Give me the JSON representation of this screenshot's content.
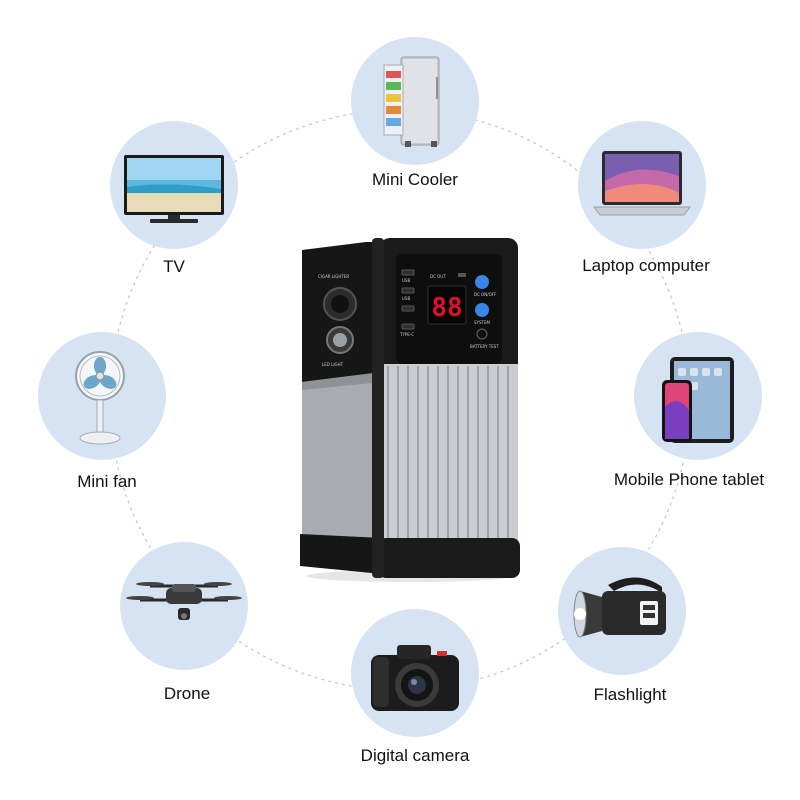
{
  "devices": {
    "mini_cooler": {
      "label": "Mini Cooler",
      "icon": "mini-cooler-icon"
    },
    "laptop": {
      "label": "Laptop computer",
      "icon": "laptop-icon"
    },
    "phone_tablet": {
      "label": "Mobile Phone tablet",
      "icon": "phone-tablet-icon"
    },
    "flashlight": {
      "label": "Flashlight",
      "icon": "flashlight-icon"
    },
    "camera": {
      "label": "Digital camera",
      "icon": "camera-icon"
    },
    "drone": {
      "label": "Drone",
      "icon": "drone-icon"
    },
    "fan": {
      "label": "Mini fan",
      "icon": "fan-icon"
    },
    "tv": {
      "label": "TV",
      "icon": "tv-icon"
    }
  },
  "power_station": {
    "cigar_label": "CIGAR LIGHTER",
    "led_label": "LED LIGHT",
    "dc_out_label": "DC OUT",
    "dc_on_off_label": "DC ON/OFF",
    "system_label": "SYSTEM",
    "battery_test_label": "BATTERY TEST",
    "display_value": "88",
    "usb_label": "USB",
    "typec_label": "TYPE-C"
  },
  "colors": {
    "circle_fill": "#d6e3f3",
    "ring_line": "#b8c8d8",
    "button_blue": "#3a86e8",
    "display_red": "#e0102a"
  }
}
